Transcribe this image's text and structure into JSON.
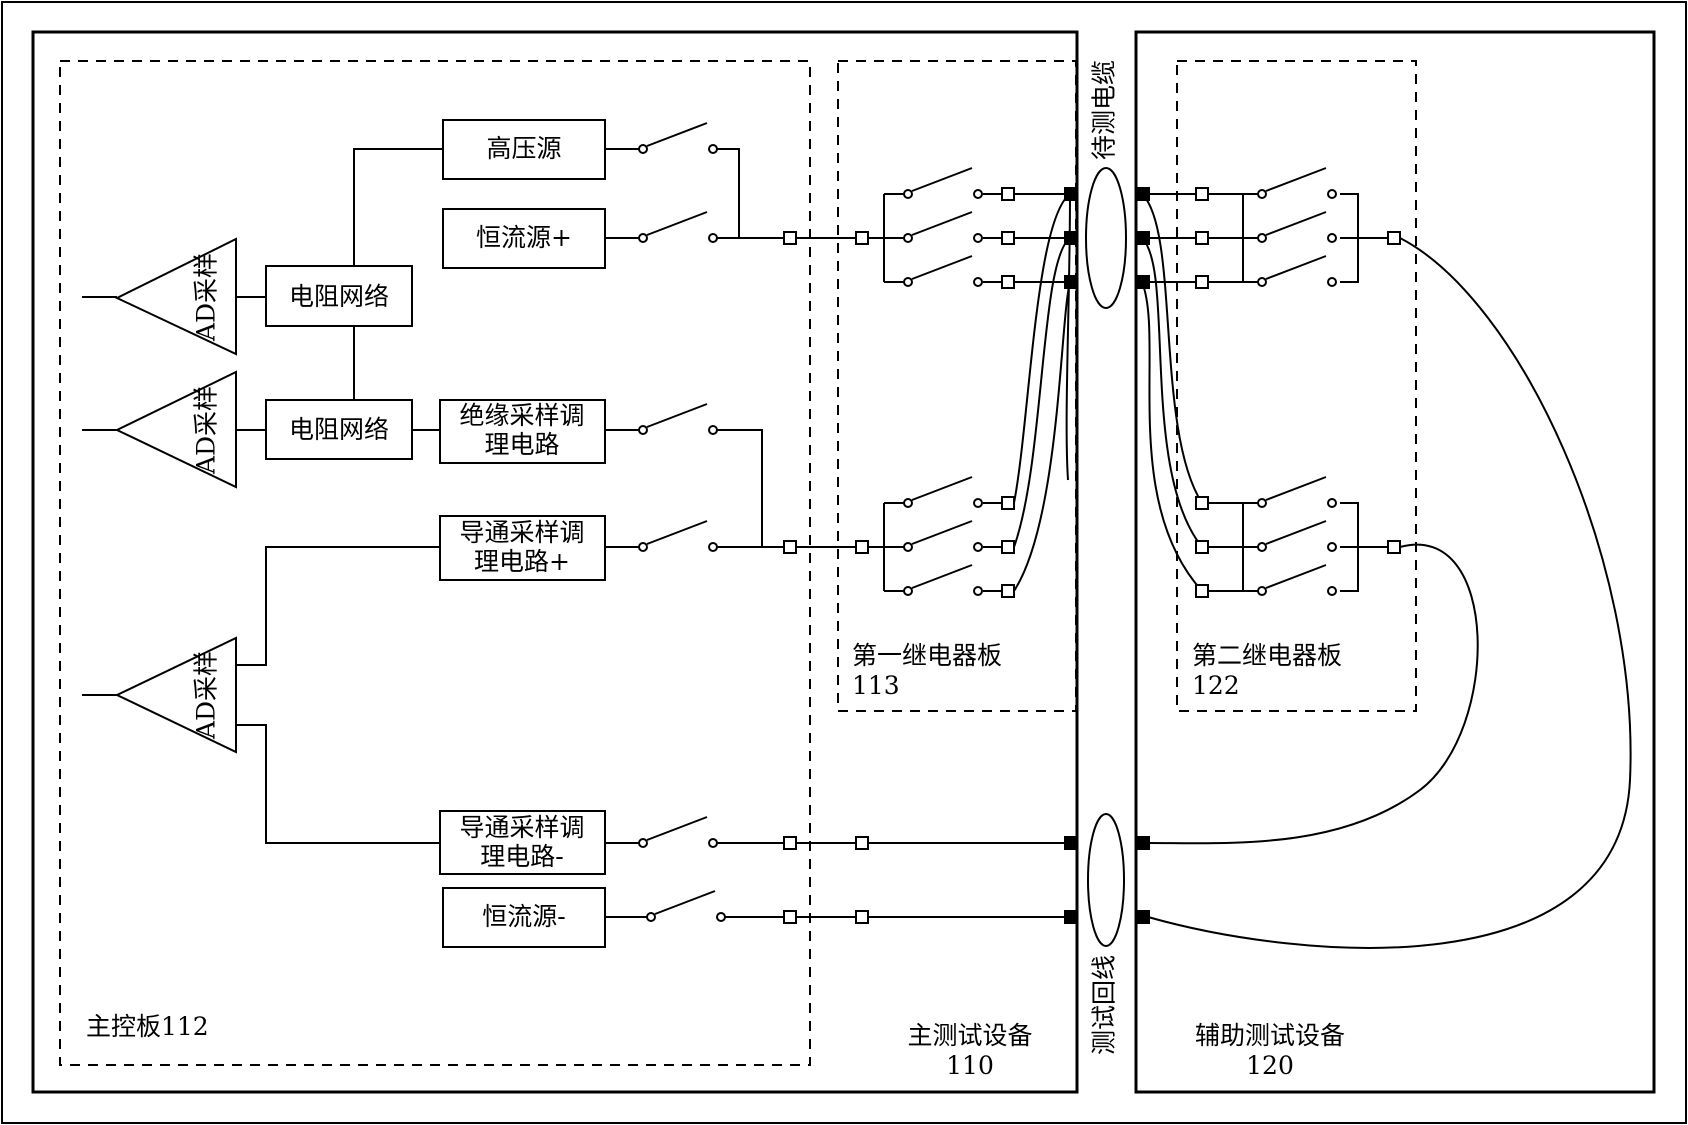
{
  "main_device": {
    "label": "主测试设备",
    "id": "110"
  },
  "aux_device": {
    "label": "辅助测试设备",
    "id": "120"
  },
  "main_board": {
    "label": "主控板112"
  },
  "relay_board_1": {
    "label": "第一继电器板",
    "id": "113"
  },
  "relay_board_2": {
    "label": "第二继电器板",
    "id": "122"
  },
  "cable_under_test": "待测电缆",
  "test_return_line": "测试回线",
  "blocks": {
    "hv_source": "高压源",
    "cc_source_pos": "恒流源+",
    "cc_source_neg": "恒流源-",
    "resistor_net_1": "电阻网络",
    "resistor_net_2": "电阻网络",
    "insulation_cond_l1": "绝缘采样调",
    "insulation_cond_l2": "理电路",
    "conduction_pos_l1": "导通采样调",
    "conduction_pos_l2": "理电路+",
    "conduction_neg_l1": "导通采样调",
    "conduction_neg_l2": "理电路-"
  },
  "amplifiers": [
    "AD采样",
    "AD采样",
    "AD采样"
  ]
}
